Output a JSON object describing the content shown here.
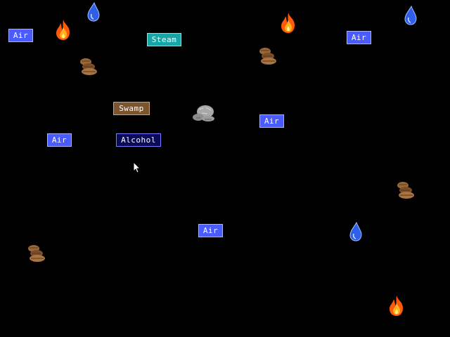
{
  "labels": {
    "air_1": "Air",
    "air_2": "Air",
    "air_3": "Air",
    "air_4": "Air",
    "air_5": "Air",
    "steam": "Steam",
    "swamp": "Swamp",
    "alcohol": "Alcohol"
  },
  "icons": {
    "water": "water-drop-icon",
    "fire": "fire-icon",
    "earth": "earth-clod-icon",
    "stone": "stone-icon",
    "cursor": "mouse-pointer-icon"
  },
  "colors": {
    "background": "#000000",
    "air": "#4a5cff",
    "steam": "#16a6a8",
    "swamp": "#7a5530",
    "alcohol": "#0a0a5a",
    "water": "#3a6bff",
    "fire": "#ff7a1a",
    "earth": "#8a5a30",
    "stone": "#9a9a9a"
  }
}
